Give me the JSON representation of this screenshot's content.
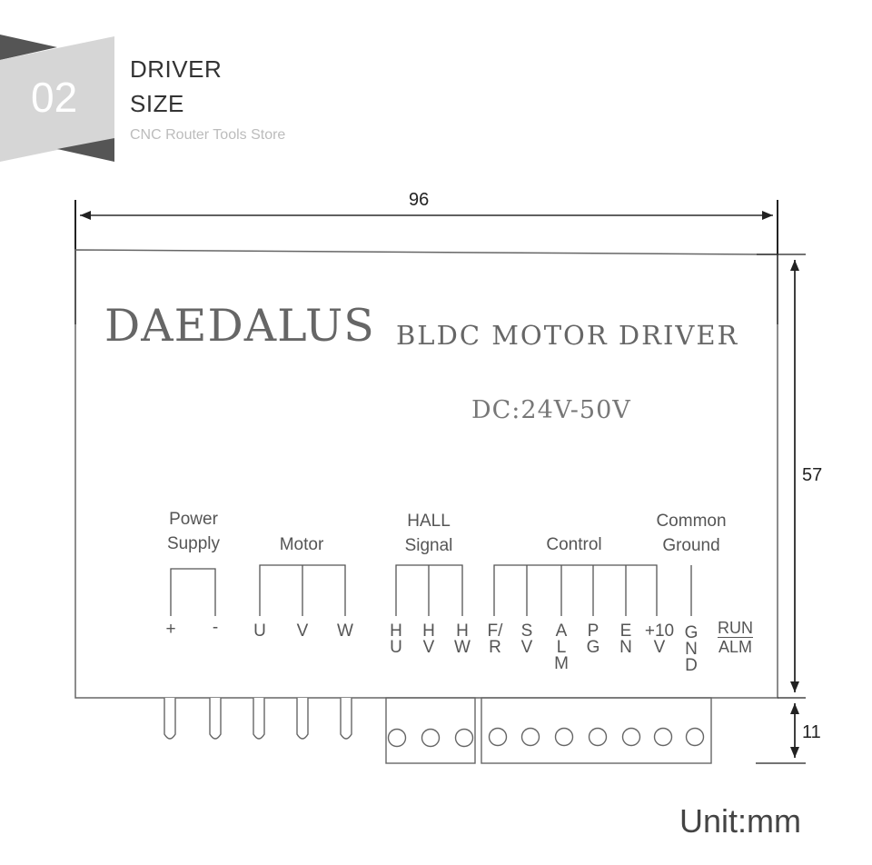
{
  "header": {
    "badge_number": "02",
    "title_line1": "DRIVER",
    "title_line2": "SIZE",
    "subtitle": "CNC Router Tools Store"
  },
  "device": {
    "brand": "DAEDALUS",
    "model": "BLDC MOTOR DRIVER",
    "voltage": "DC:24V-50V"
  },
  "dimensions": {
    "width": "96",
    "height": "57",
    "connector_depth": "11",
    "unit": "Unit:mm"
  },
  "groups": {
    "power_supply": "Power\nSupply",
    "motor": "Motor",
    "hall": "HALL\nSignal",
    "control": "Control",
    "common_ground": "Common\nGround"
  },
  "pins": {
    "plus": "+",
    "minus": "-",
    "u": "U",
    "v": "V",
    "w": "W",
    "hu": "H\nU",
    "hv": "H\nV",
    "hw": "H\nW",
    "fr": "F/\nR",
    "sv": "S\nV",
    "alm": "A\nL\nM",
    "pg": "P\nG",
    "en": "E\nN",
    "plus10v": "+10\nV",
    "gnd": "G\nN\nD",
    "run": "RUN",
    "alm_led": "ALM"
  },
  "colors": {
    "badge_light": "#d6d6d6",
    "badge_dark": "#555555",
    "line": "#555555"
  }
}
